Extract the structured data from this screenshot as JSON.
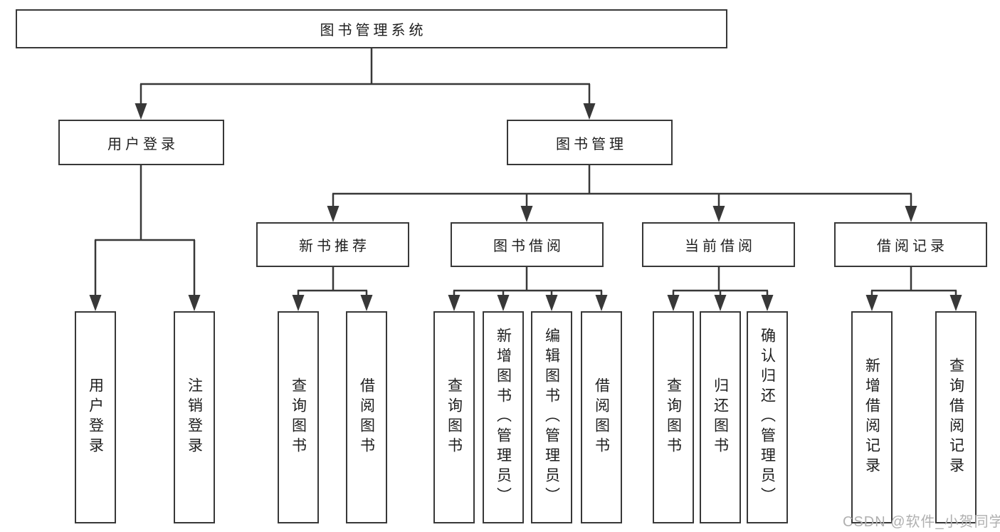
{
  "tree": {
    "label": "图书管理系统",
    "children": [
      {
        "label": "用户登录",
        "children": [
          {
            "label": "用户登录"
          },
          {
            "label": "注销登录"
          }
        ]
      },
      {
        "label": "图书管理",
        "children": [
          {
            "label": "新书推荐",
            "children": [
              {
                "label": "查询图书"
              },
              {
                "label": "借阅图书"
              }
            ]
          },
          {
            "label": "图书借阅",
            "children": [
              {
                "label": "查询图书"
              },
              {
                "label": "新增图书（管理员）"
              },
              {
                "label": "编辑图书（管理员）"
              },
              {
                "label": "借阅图书"
              }
            ]
          },
          {
            "label": "当前借阅",
            "children": [
              {
                "label": "查询图书"
              },
              {
                "label": "归还图书"
              },
              {
                "label": "确认归还（管理员）"
              }
            ]
          },
          {
            "label": "借阅记录",
            "children": [
              {
                "label": "新增借阅记录"
              },
              {
                "label": "查询借阅记录"
              }
            ]
          }
        ]
      }
    ]
  },
  "watermark": {
    "text": "CSDN @软件_小贺同学"
  },
  "colors": {
    "line": "#383838",
    "text": "#1e1e1e",
    "watermark": "#b0b0b0",
    "background": "#ffffff"
  }
}
